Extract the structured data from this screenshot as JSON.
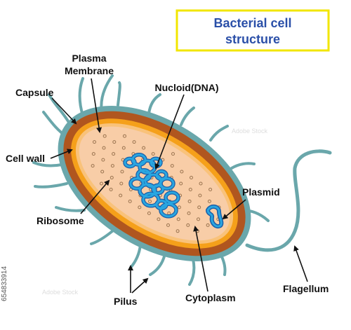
{
  "title": {
    "line1": "Bacterial cell",
    "line2": "structure",
    "color": "#2a4fa8",
    "border_color": "#f2e600"
  },
  "labels": {
    "plasma_line1": "Plasma",
    "plasma_line2": "Membrane",
    "nucloid": "Nucloid(DNA)",
    "capsule": "Capsule",
    "cell_wall": "Cell wall",
    "ribosome": "Ribosome",
    "plasmid": "Plasmid",
    "pilus": "Pilus",
    "cytoplasm": "Cytoplasm",
    "flagellum": "Flagellum"
  },
  "stock_id": "654833914",
  "watermark": "Adobe Stock",
  "colors": {
    "capsule": "#6aa7ab",
    "cell_wall": "#b0561f",
    "plasma_membrane": "#f5a01a",
    "cytoplasm": "#f8cda7",
    "ribosome": "#9a7450",
    "dna": "#29a6e0",
    "dna_outline": "#1b5ea8",
    "leader_lines": "#111111"
  }
}
